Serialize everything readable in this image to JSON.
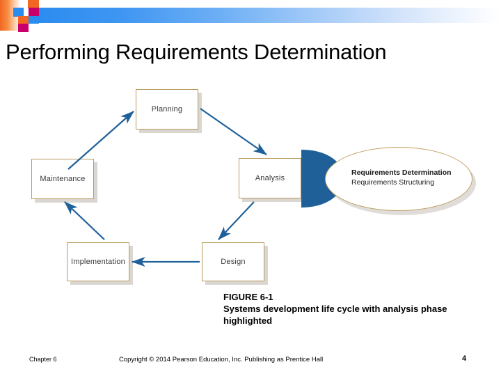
{
  "slide": {
    "title": "Performing Requirements Determination",
    "accent_blue": "#2b8cf0",
    "accent_orange": "#f26722",
    "accent_magenta": "#c9006b",
    "arrow_blue": "#1f6099",
    "wedge_blue": "#1f6099",
    "node_border": "#b89a5c"
  },
  "decorations": {
    "squares": [
      {
        "name": "square-blue-small",
        "color": "#2b8cf0"
      },
      {
        "name": "square-orange-top",
        "color": "#f26722"
      },
      {
        "name": "square-magenta-mid",
        "color": "#c9006b"
      },
      {
        "name": "square-orange-mid",
        "color": "#f26722"
      },
      {
        "name": "square-magenta-low",
        "color": "#c9006b"
      }
    ]
  },
  "diagram": {
    "name": "systems-development-life-cycle",
    "nodes": [
      {
        "id": "planning",
        "label": "Planning"
      },
      {
        "id": "maintenance",
        "label": "Maintenance"
      },
      {
        "id": "analysis",
        "label": "Analysis"
      },
      {
        "id": "implementation",
        "label": "Implementation"
      },
      {
        "id": "design",
        "label": "Design"
      }
    ],
    "edges": [
      {
        "from": "maintenance",
        "to": "planning"
      },
      {
        "from": "planning",
        "to": "analysis"
      },
      {
        "from": "analysis",
        "to": "design"
      },
      {
        "from": "design",
        "to": "implementation"
      },
      {
        "from": "implementation",
        "to": "maintenance"
      }
    ],
    "callout": {
      "line1": "Requirements Determination",
      "line2": "Requirements Structuring",
      "attached_to": "analysis"
    }
  },
  "caption": {
    "figure": "FIGURE 6-1",
    "text": "Systems development life cycle with analysis phase highlighted"
  },
  "footer": {
    "chapter": "Chapter 6",
    "copyright": "Copyright © 2014 Pearson Education, Inc. Publishing as Prentice Hall",
    "page": "4"
  }
}
